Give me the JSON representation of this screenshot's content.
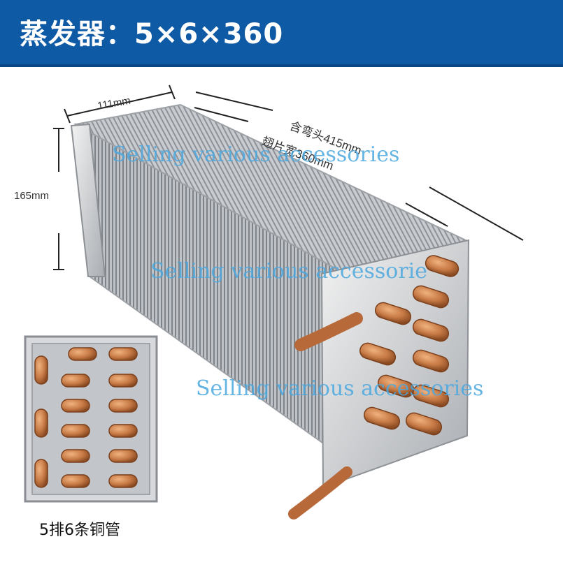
{
  "header": {
    "title": "蒸发器：5×6×360"
  },
  "dimensions": {
    "depth": "111mm",
    "height": "165mm",
    "total_length": "含弯头415mm",
    "fin_length": "翅片宽360mm"
  },
  "watermarks": [
    "Selling various accessories",
    "Selling various accessorie",
    "Selling various accessories"
  ],
  "inset_caption": "5排6条铜管",
  "colors": {
    "header_bg": "#0f5aa5",
    "copper": "#c77a45",
    "fins": "#b9bcc0",
    "watermark": "#4aa8e0"
  }
}
